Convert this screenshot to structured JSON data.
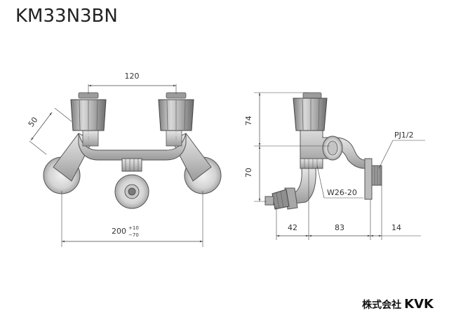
{
  "title": "KM33N3BN",
  "brand": {
    "japanese": "株式会社",
    "english": "KVK"
  },
  "dimensions": {
    "handle_spacing": "120",
    "arm_length": "50",
    "total_width_base": "200",
    "total_width_tol_plus": "+10",
    "total_width_tol_minus": "−70",
    "height_upper": "74",
    "height_lower": "70",
    "depth_hose": "42",
    "depth_body": "83",
    "depth_connector": "14"
  },
  "labels": {
    "pipe_thread": "PJ1/2",
    "hose_thread": "W26-20"
  },
  "colors": {
    "line": "#333333",
    "part_fill": "#d4d4d4",
    "part_dark": "#8a8a8a",
    "dim_line": "#444444"
  }
}
